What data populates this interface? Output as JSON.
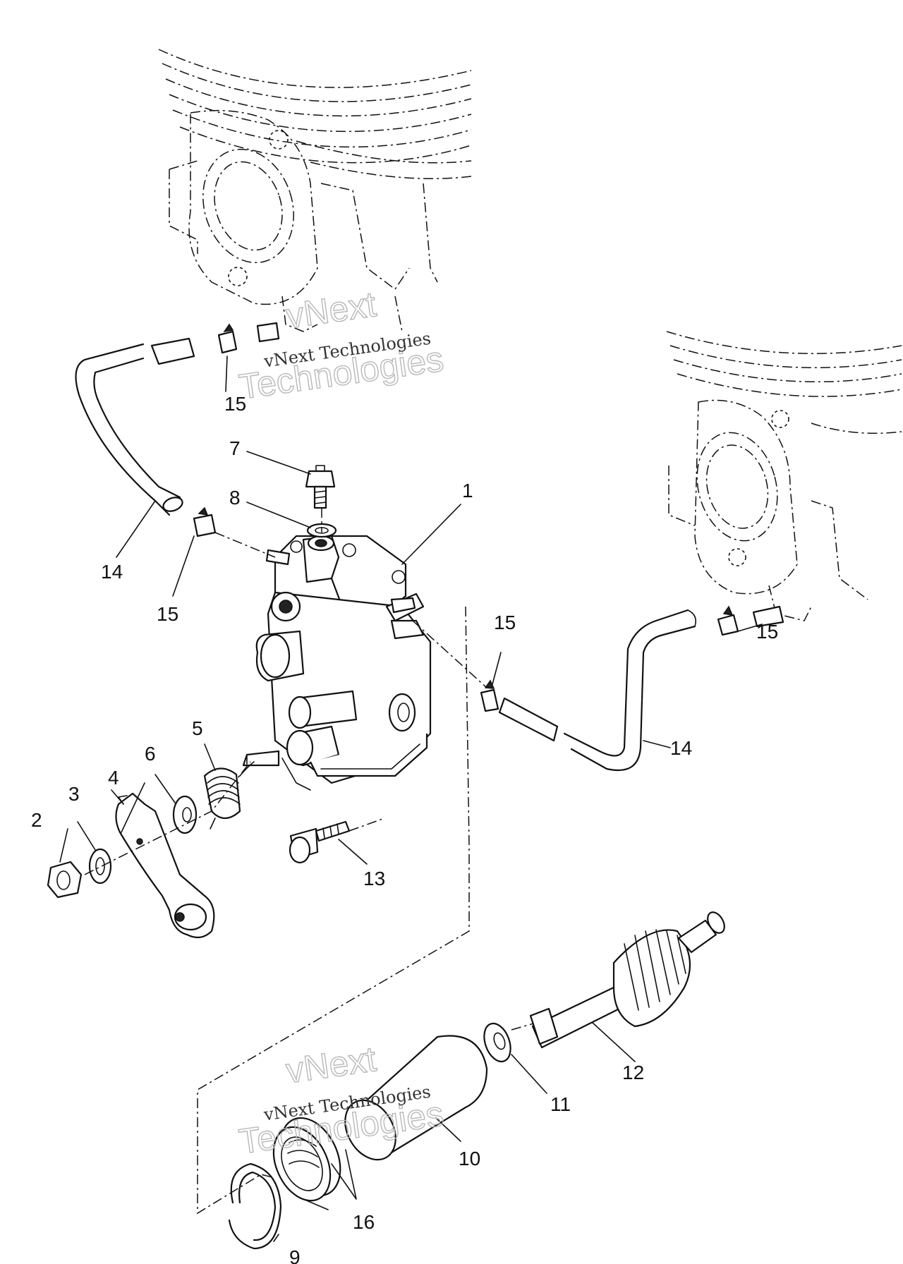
{
  "callouts": {
    "c1": "1",
    "c2": "2",
    "c3": "3",
    "c4": "4",
    "c5": "5",
    "c6": "6",
    "c7": "7",
    "c8": "8",
    "c9": "9",
    "c10": "10",
    "c11": "11",
    "c12": "12",
    "c13": "13",
    "c14a": "14",
    "c14b": "14",
    "c15a": "15",
    "c15b": "15",
    "c15c": "15",
    "c15d": "15",
    "c16": "16"
  },
  "watermarks": {
    "top_small": "vNext Technologies",
    "top_big_1": "vNext",
    "top_big_2": "Technologies",
    "bottom_small": "vNext Technologies",
    "bottom_big_1": "vNext",
    "bottom_big_2": "Technologies"
  }
}
